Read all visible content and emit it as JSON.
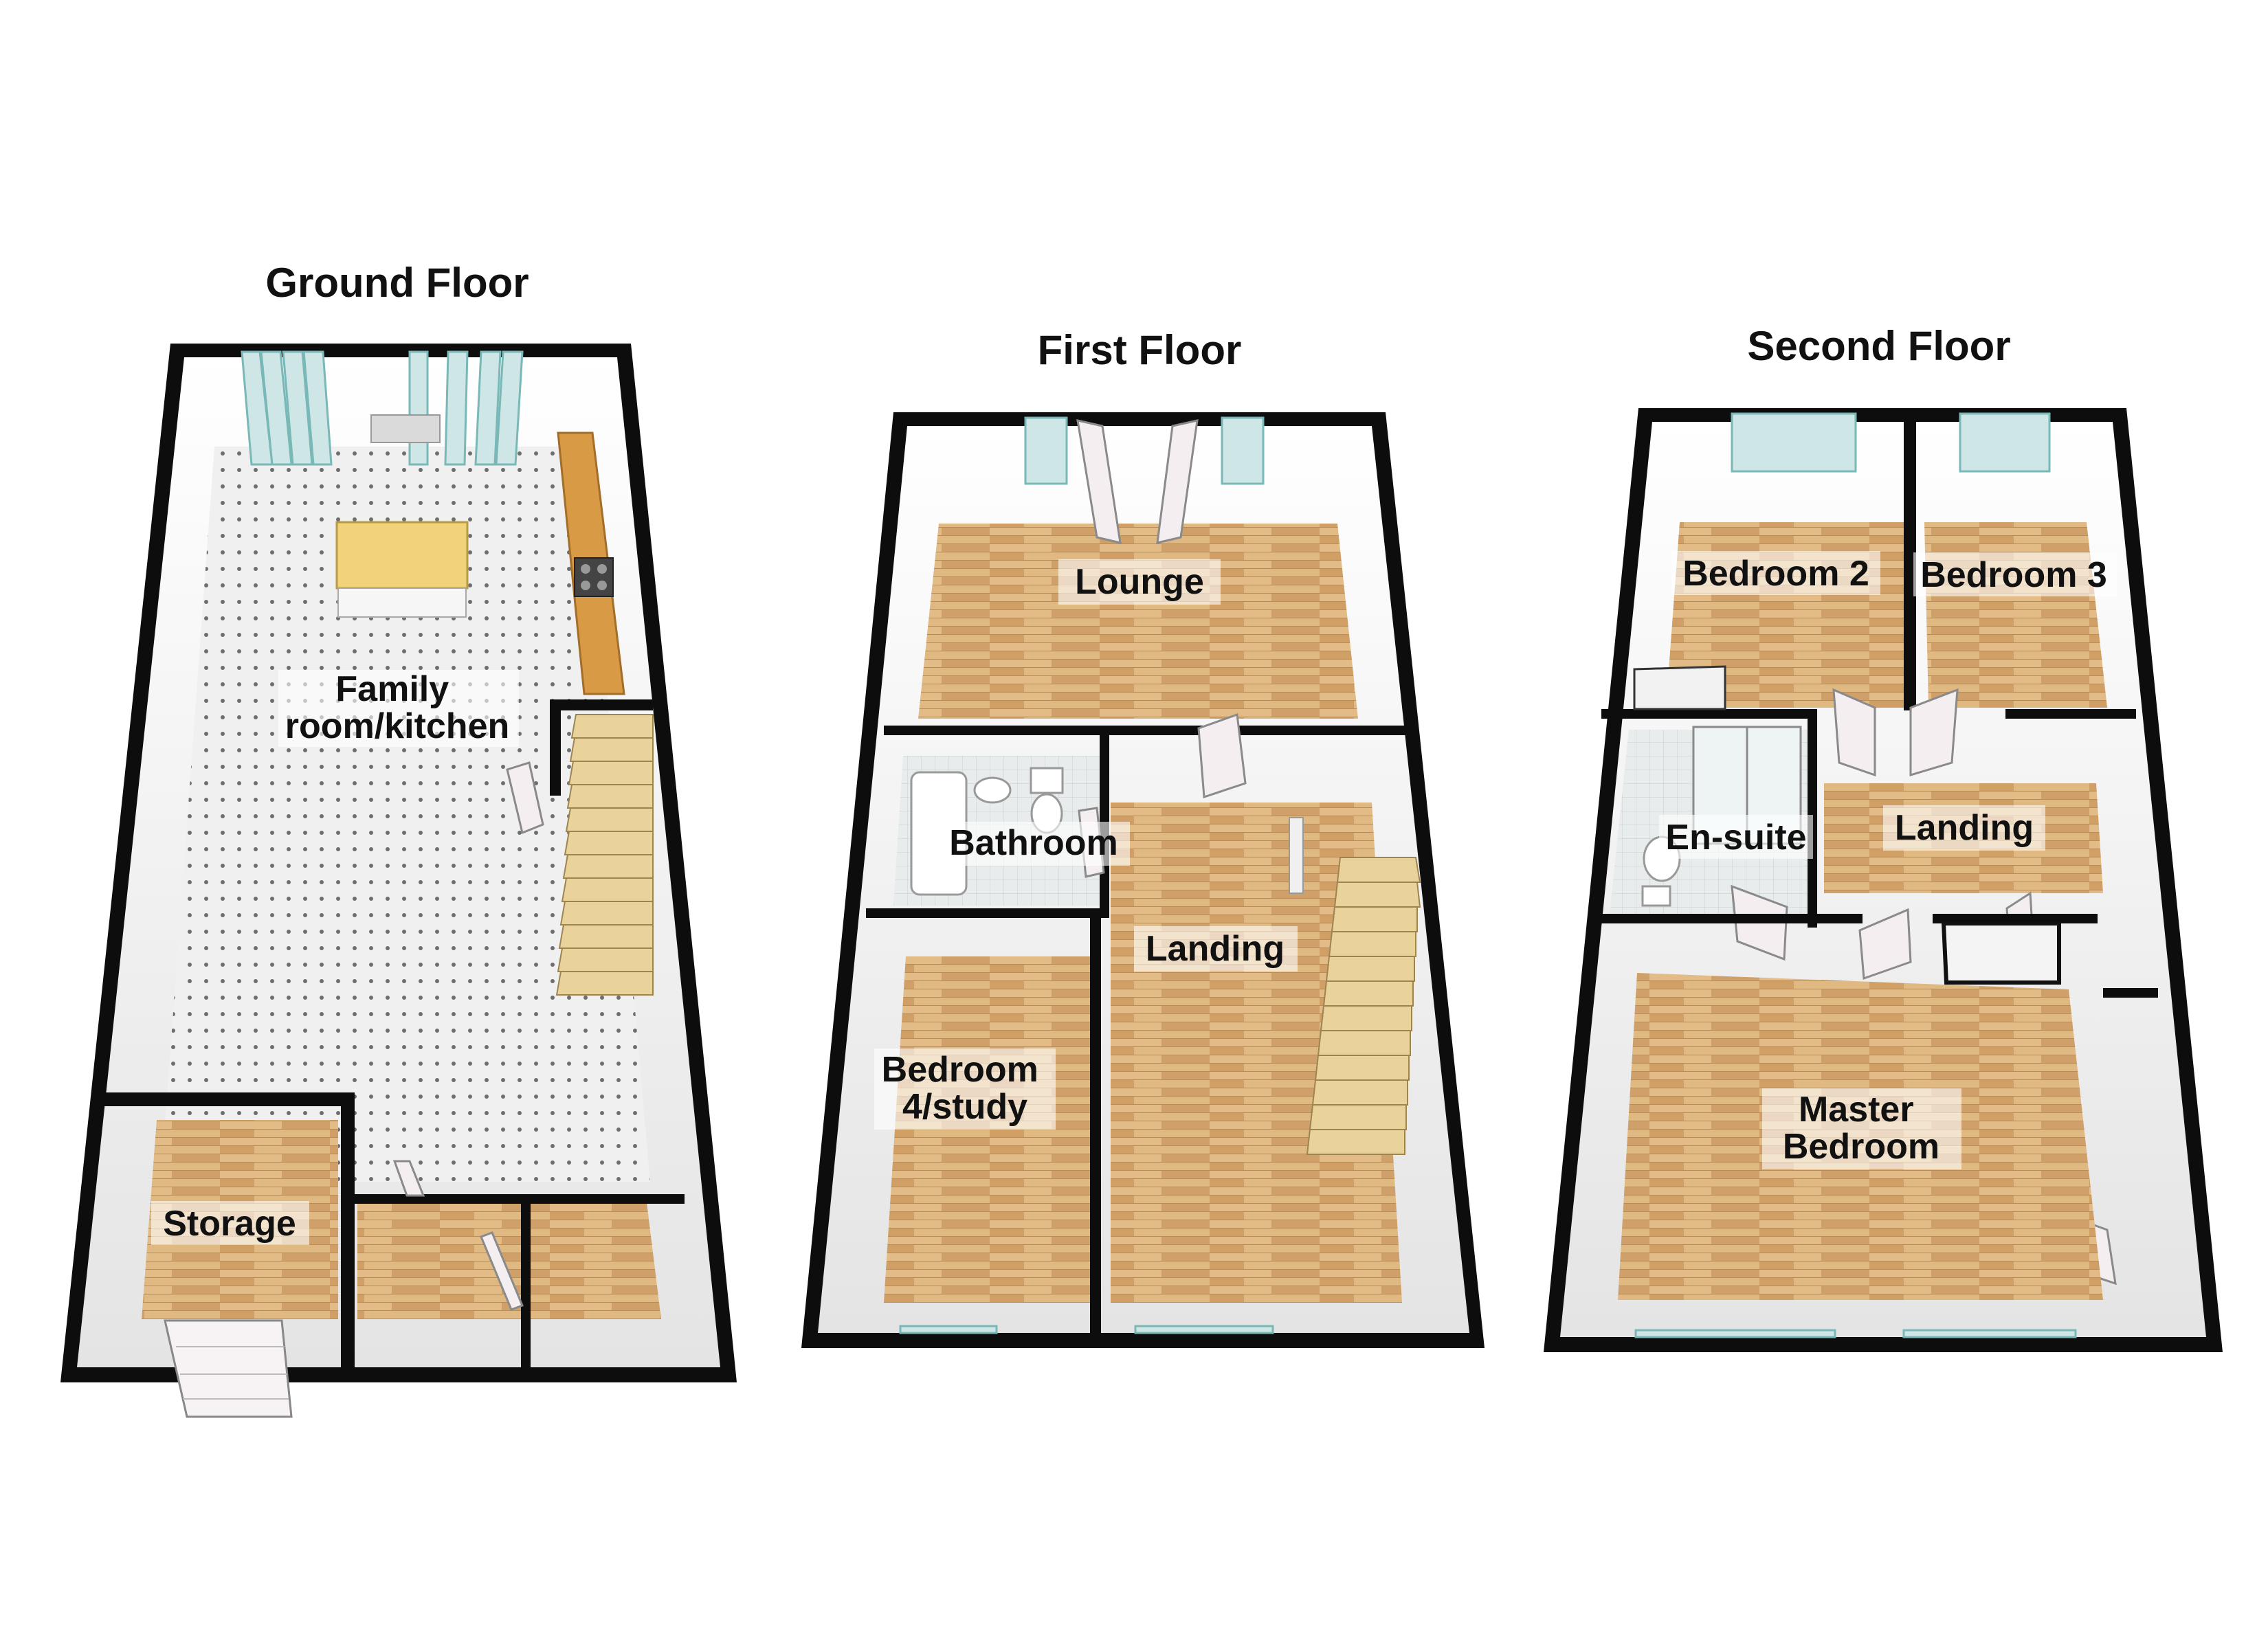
{
  "floors": [
    {
      "title": "Ground Floor",
      "rooms": [
        {
          "label_lines": [
            "Family",
            "room/kitchen"
          ]
        },
        {
          "label_lines": [
            "Storage"
          ]
        }
      ]
    },
    {
      "title": "First Floor",
      "rooms": [
        {
          "label_lines": [
            "Lounge"
          ]
        },
        {
          "label_lines": [
            "Bathroom"
          ]
        },
        {
          "label_lines": [
            "Landing"
          ]
        },
        {
          "label_lines": [
            "Bedroom",
            "4/study"
          ]
        }
      ]
    },
    {
      "title": "Second Floor",
      "rooms": [
        {
          "label_lines": [
            "Bedroom 2"
          ]
        },
        {
          "label_lines": [
            "Bedroom 3"
          ]
        },
        {
          "label_lines": [
            "En-suite"
          ]
        },
        {
          "label_lines": [
            "Landing"
          ]
        },
        {
          "label_lines": [
            "Master",
            "Bedroom"
          ]
        }
      ]
    }
  ],
  "colors": {
    "wall": "#0d0d0d",
    "wood_floor": "#d9b07a",
    "tile_floor": "#eeeeee",
    "worktop": "#d89a45"
  }
}
